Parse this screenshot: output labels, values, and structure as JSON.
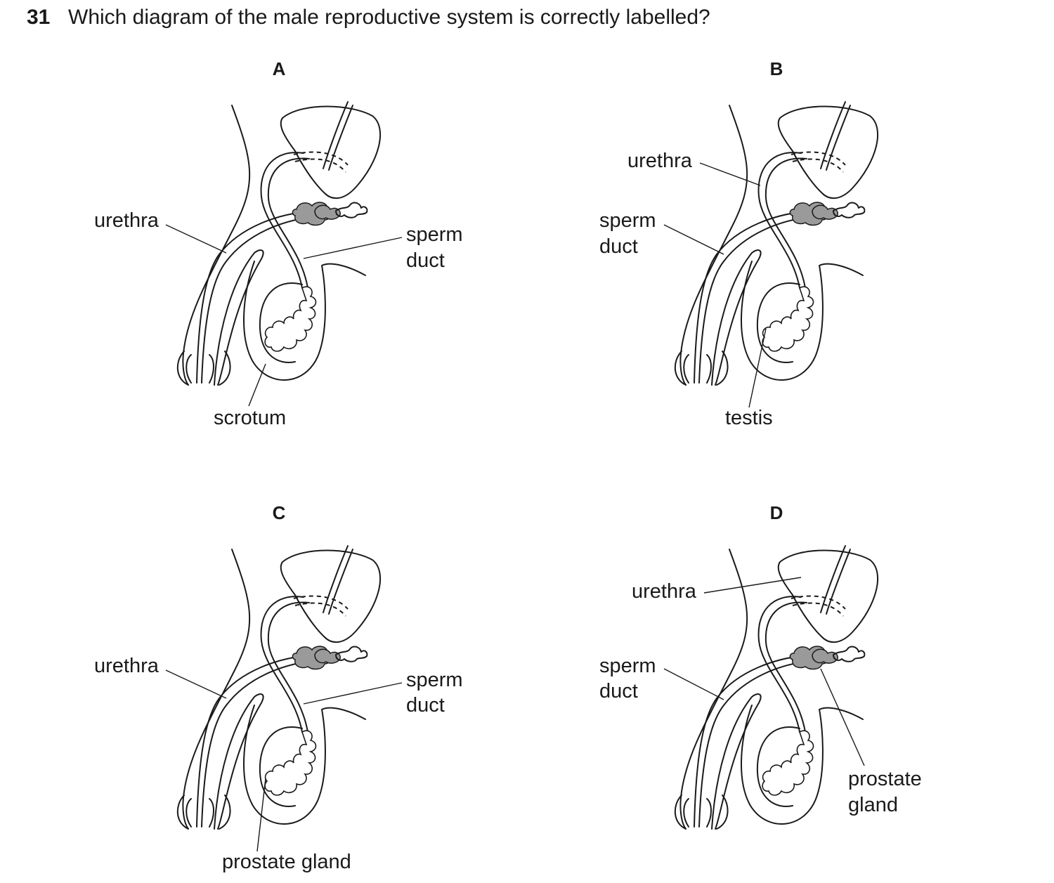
{
  "question": {
    "number": "31",
    "text": "Which diagram of the male reproductive system is correctly labelled?"
  },
  "options": [
    {
      "letter": "A",
      "labels": {
        "urethra": "urethra",
        "sperm_duct_1": "sperm",
        "sperm_duct_2": "duct",
        "bottom": "scrotum"
      }
    },
    {
      "letter": "B",
      "labels": {
        "urethra": "urethra",
        "sperm_duct_1": "sperm",
        "sperm_duct_2": "duct",
        "bottom": "testis"
      }
    },
    {
      "letter": "C",
      "labels": {
        "urethra": "urethra",
        "sperm_duct_1": "sperm",
        "sperm_duct_2": "duct",
        "bottom": "prostate gland"
      }
    },
    {
      "letter": "D",
      "labels": {
        "urethra": "urethra",
        "sperm_duct_1": "sperm",
        "sperm_duct_2": "duct",
        "prostate_1": "prostate",
        "prostate_2": "gland"
      }
    }
  ]
}
